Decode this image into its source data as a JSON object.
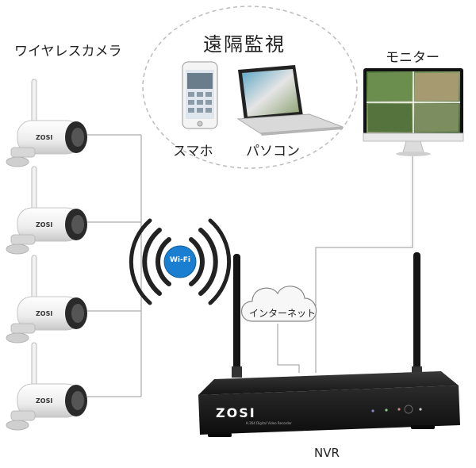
{
  "labels": {
    "wireless_camera": "ワイヤレスカメラ",
    "remote_view": "遠隔監視",
    "smartphone": "スマホ",
    "pc": "パソコン",
    "monitor": "モニター",
    "internet": "インターネット",
    "nvr": "NVR"
  },
  "camera_brand": "ZOSI",
  "nvr_brand": "ZOSI",
  "nvr_subtitle": "H.264 Digital Video Recorder",
  "wifi_badge": "Wi-Fi",
  "colors": {
    "wifi_blue": "#1a7fd0",
    "line_gray": "#9a9a9a",
    "nvr_black": "#1c1c1c",
    "dashed_circle": "#bbbbbb"
  }
}
